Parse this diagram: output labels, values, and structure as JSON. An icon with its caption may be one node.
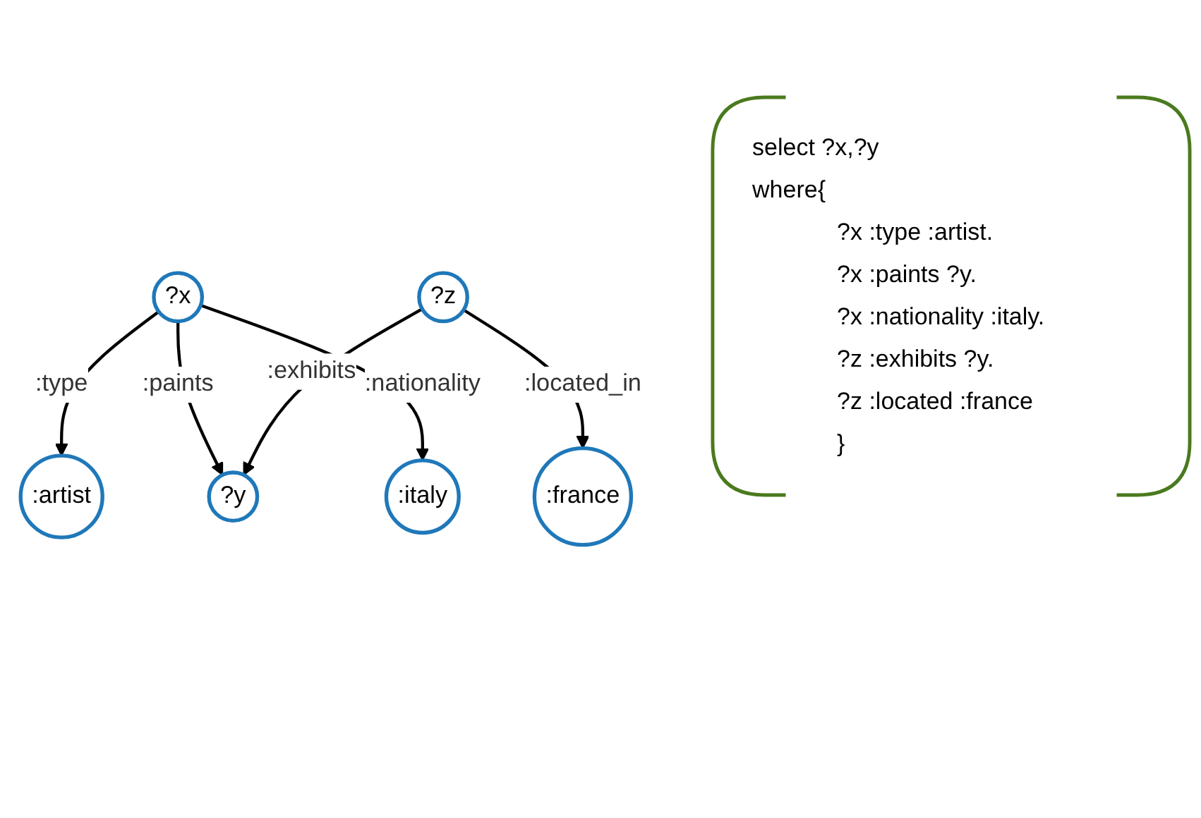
{
  "diagram": {
    "nodes": [
      {
        "text": [
          "?x"
        ]
      },
      {
        "text": [
          ":artist"
        ]
      },
      {
        "text": [
          "?y"
        ]
      },
      {
        "text": [
          ":italy"
        ]
      },
      {
        "text": [
          "?z"
        ]
      },
      {
        "text": [
          ":france"
        ]
      }
    ],
    "edges": [
      {
        "from": 0,
        "to": 1,
        "arrow": "to",
        "label": ":type"
      },
      {
        "from": 0,
        "to": 2,
        "arrow": "to",
        "label": ":paints"
      },
      {
        "from": 0,
        "to": 3,
        "arrow": "to",
        "label": ":nationality"
      },
      {
        "from": 4,
        "to": 2,
        "arrow": "to",
        "label": ":exhibits"
      },
      {
        "from": 4,
        "to": 5,
        "arrow": "to",
        "label": ":located_in"
      }
    ],
    "labels": [
      "select ?x,?y",
      "where{",
      "?x :type :artist.",
      "?x :paints ?y.",
      "?x :nationality :italy.",
      "?z :exhibits ?y.",
      "?z :located :france",
      "}"
    ]
  }
}
